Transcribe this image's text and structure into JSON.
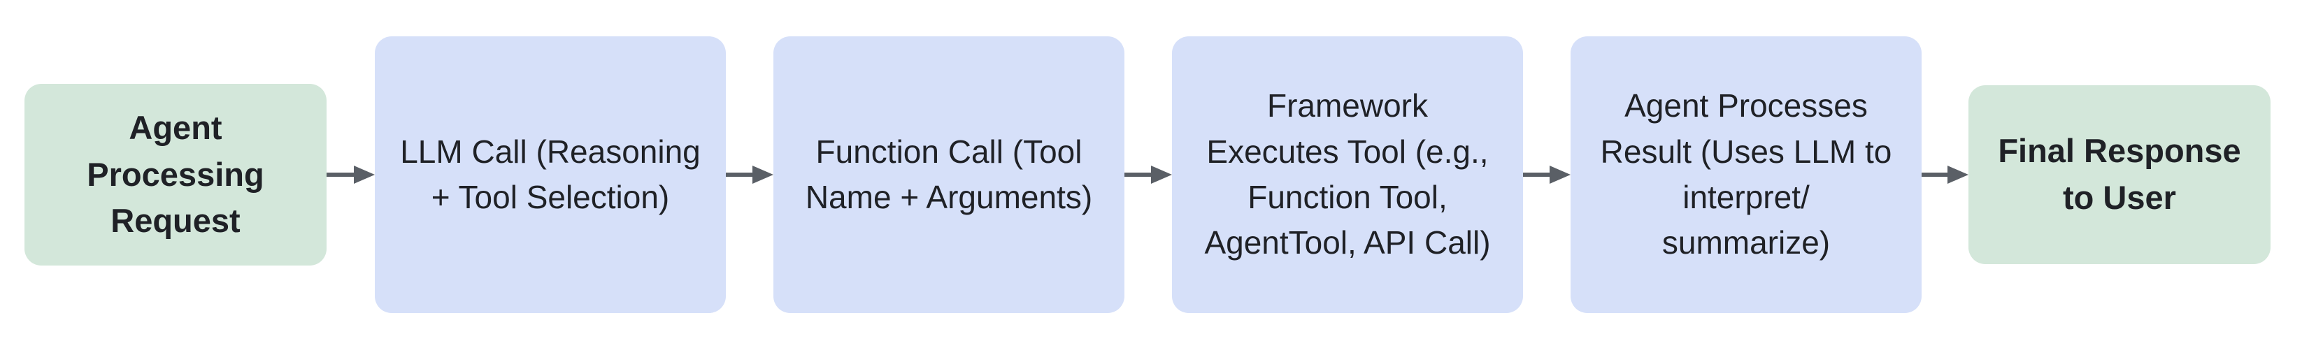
{
  "diagram": {
    "flow_direction": "left-to-right",
    "nodes": [
      {
        "id": "agent-processing-request",
        "label": "Agent\nProcessing\nRequest",
        "shape": "rounded-rect",
        "fill": "green_fill",
        "role": "start"
      },
      {
        "id": "llm-call",
        "label": "LLM Call (Reasoning\n+ Tool Selection)",
        "shape": "rounded-rect",
        "fill": "blue_fill",
        "role": "process"
      },
      {
        "id": "function-call",
        "label": "Function Call (Tool\nName + Arguments)",
        "shape": "rounded-rect",
        "fill": "blue_fill",
        "role": "process"
      },
      {
        "id": "framework-executes-tool",
        "label": "Framework\nExecutes Tool (e.g.,\nFunction Tool,\nAgentTool, API Call)",
        "shape": "rounded-rect",
        "fill": "blue_fill",
        "role": "process"
      },
      {
        "id": "agent-processes-result",
        "label": "Agent Processes\nResult (Uses LLM to\ninterpret/\nsummarize)",
        "shape": "rounded-rect",
        "fill": "blue_fill",
        "role": "process"
      },
      {
        "id": "final-response-to-user",
        "label": "Final Response\nto User",
        "shape": "rounded-rect",
        "fill": "green_fill",
        "role": "end"
      }
    ],
    "connections": [
      {
        "from": "agent-processing-request",
        "to": "llm-call",
        "style": "arrow-right"
      },
      {
        "from": "llm-call",
        "to": "function-call",
        "style": "arrow-right"
      },
      {
        "from": "function-call",
        "to": "framework-executes-tool",
        "style": "arrow-right"
      },
      {
        "from": "framework-executes-tool",
        "to": "agent-processes-result",
        "style": "arrow-right"
      },
      {
        "from": "agent-processes-result",
        "to": "final-response-to-user",
        "style": "arrow-right"
      }
    ],
    "colors": {
      "green_fill": "#d3e7da",
      "blue_fill": "#d6e0f9",
      "arrow": "#5a5f66",
      "text": "#1f2126",
      "canvas_bg": "#ffffff"
    }
  }
}
